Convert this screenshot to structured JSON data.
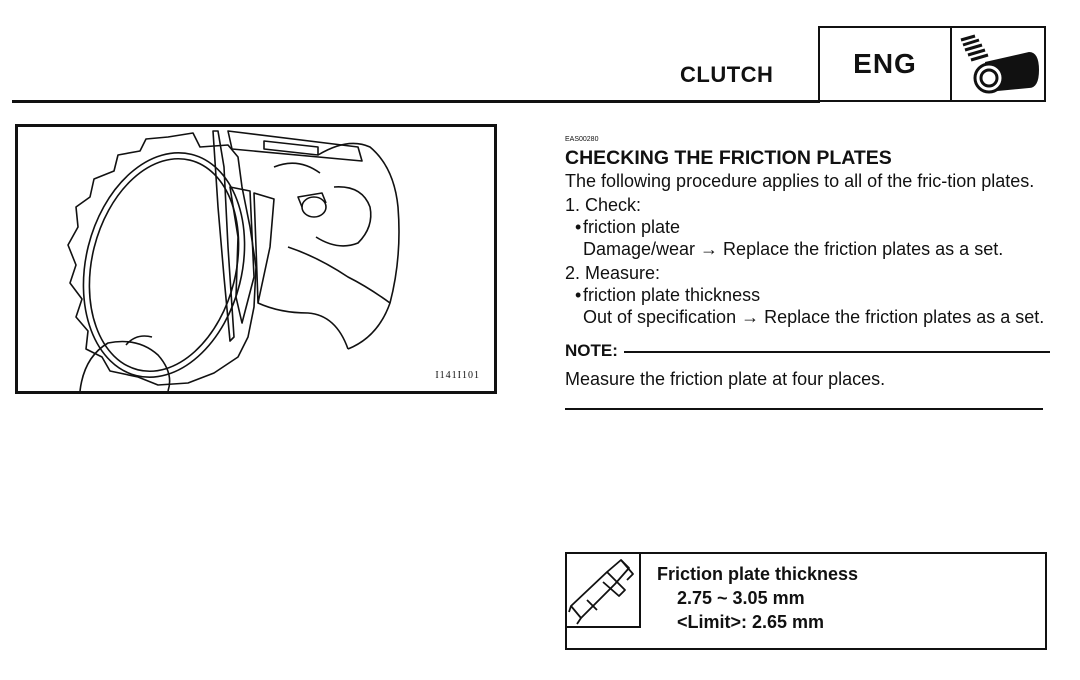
{
  "header": {
    "section_title": "CLUTCH",
    "badge_label": "ENG",
    "badge_icon": "engine-cylinder-icon"
  },
  "figure": {
    "code": "I141I101",
    "subject": "caliper-measuring-friction-plate"
  },
  "content": {
    "ref_code": "EAS00280",
    "heading": "CHECKING THE FRICTION PLATES",
    "intro": "The following procedure applies to all of the fric-tion plates.",
    "steps": [
      {
        "label": "1. Check:",
        "item": "friction plate",
        "action": "Damage/wear → Replace the friction plates as a set."
      },
      {
        "label": "2. Measure:",
        "item": "friction plate thickness",
        "action": "Out of specification → Replace the friction plates as a set."
      }
    ],
    "note_label": "NOTE:",
    "note_text": "Measure the friction plate at four places."
  },
  "spec": {
    "icon": "caliper-icon",
    "title": "Friction plate thickness",
    "range": "2.75 ~ 3.05 mm",
    "limit": "<Limit>: 2.65 mm"
  }
}
